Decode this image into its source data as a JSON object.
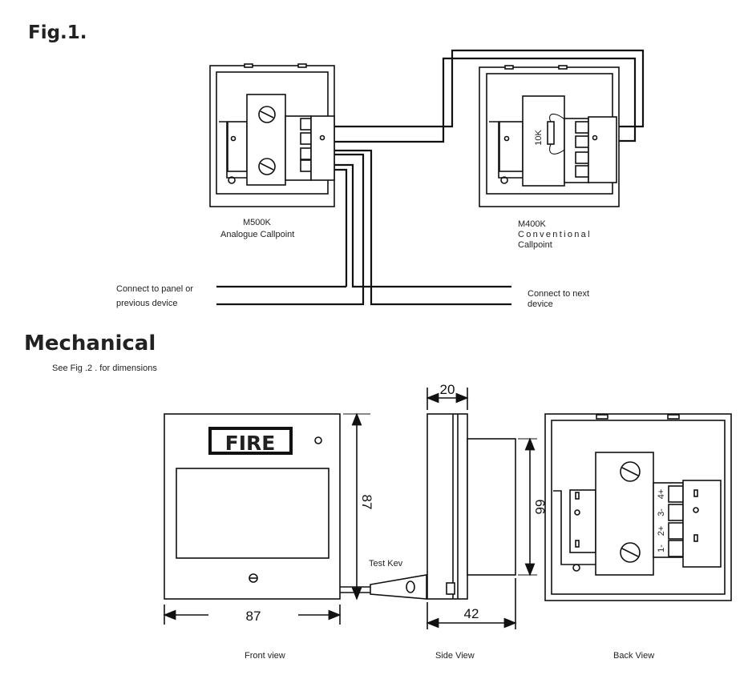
{
  "fig1": {
    "title": "Fig.1.",
    "m500k": {
      "model": "M500K",
      "description": "Analogue Callpoint"
    },
    "m400k": {
      "model": "M400K",
      "description_line1": "Conventional",
      "description_line2": "Callpoint",
      "resistor": "10K"
    },
    "left_label_line1": "Connect to panel or",
    "left_label_line2": "previous device",
    "right_label_line1": "Connect to next",
    "right_label_line2": "device"
  },
  "mechanical": {
    "title": "Mechanical",
    "note": "See Fig .2 . for dimensions",
    "front_view": {
      "caption": "Front view",
      "sign": "FIRE",
      "height": "87",
      "width": "87",
      "test_key_label": "Test Kev"
    },
    "side_view": {
      "caption": "Side View",
      "top_depth": "20",
      "height": "66",
      "bottom_depth": "42"
    },
    "back_view": {
      "caption": "Back View",
      "terminals": [
        "4+",
        "3-",
        "2+",
        "1-"
      ]
    }
  }
}
